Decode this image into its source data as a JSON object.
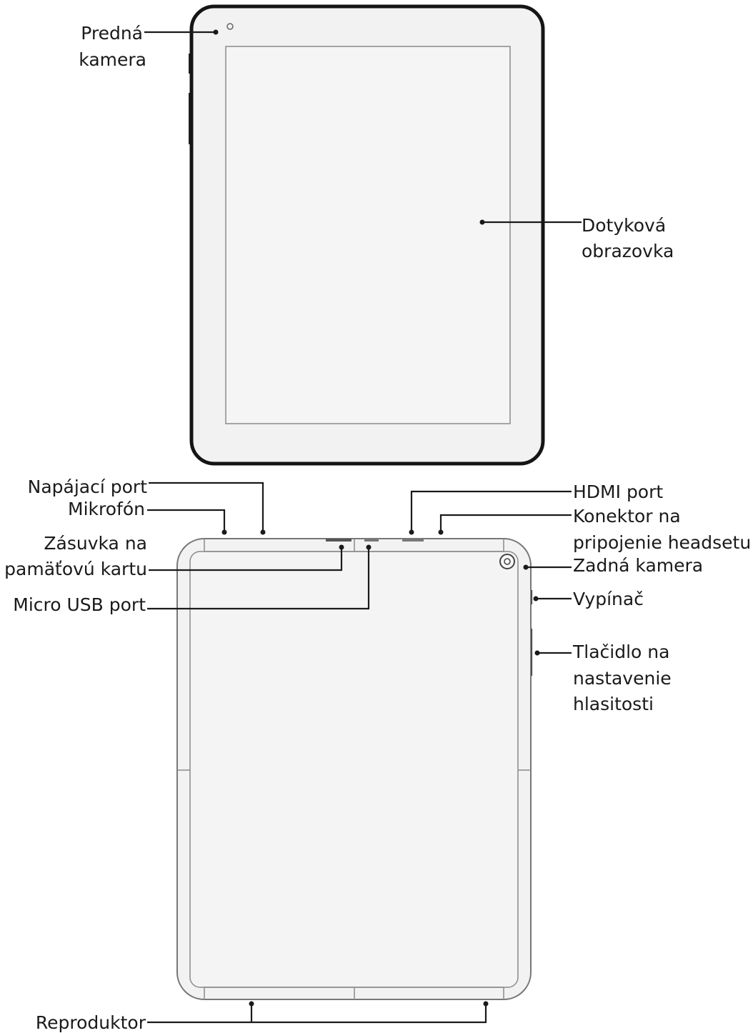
{
  "labels": {
    "front_camera": [
      "Predná",
      "kamera"
    ],
    "touchscreen": [
      "Dotyková",
      "obrazovka"
    ],
    "power_port": "Napájací port",
    "microphone": "Mikrofón",
    "memory_card_slot": [
      "Zásuvka na",
      "pamäťovú kartu"
    ],
    "micro_usb_port": "Micro USB port",
    "hdmi_port": "HDMI port",
    "headset_connector": [
      "Konektor na",
      "pripojenie headsetu"
    ],
    "rear_camera": "Zadná kamera",
    "power_button": "Vypínač",
    "volume_button": [
      "Tlačidlo na",
      "nastavenie",
      "hlasitosti"
    ],
    "speaker": "Reproduktor"
  },
  "colors": {
    "line": "#1a1a1a",
    "device_fill": "#f2f2f2",
    "screen_fill": "#f5f5f5",
    "outline": "#8a8a8a"
  }
}
